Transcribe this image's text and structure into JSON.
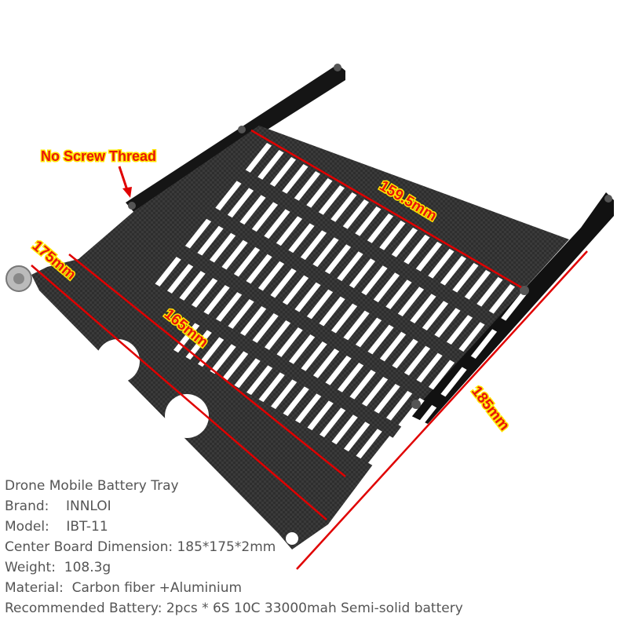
{
  "annotations": {
    "no_thread": "No Screw Thread",
    "len_159": "159.5mm",
    "len_165": "165mm",
    "len_175": "175mm",
    "len_185": "185mm"
  },
  "specs": {
    "title": "Drone Mobile Battery Tray",
    "brand": "Brand:    INNLOI",
    "model": "Model:    IBT-11",
    "dimension": "Center Board Dimension: 185*175*2mm",
    "weight": "Weight:  108.3g",
    "material": "Material:  Carbon fiber +Aluminium",
    "battery": "Recommended Battery: 2pcs * 6S 10C 33000mah Semi-solid battery"
  },
  "colors": {
    "board": "#2b2b2b",
    "rail": "#1a1a1a",
    "dimension_line": "#e00000",
    "label": "#e8160c"
  }
}
